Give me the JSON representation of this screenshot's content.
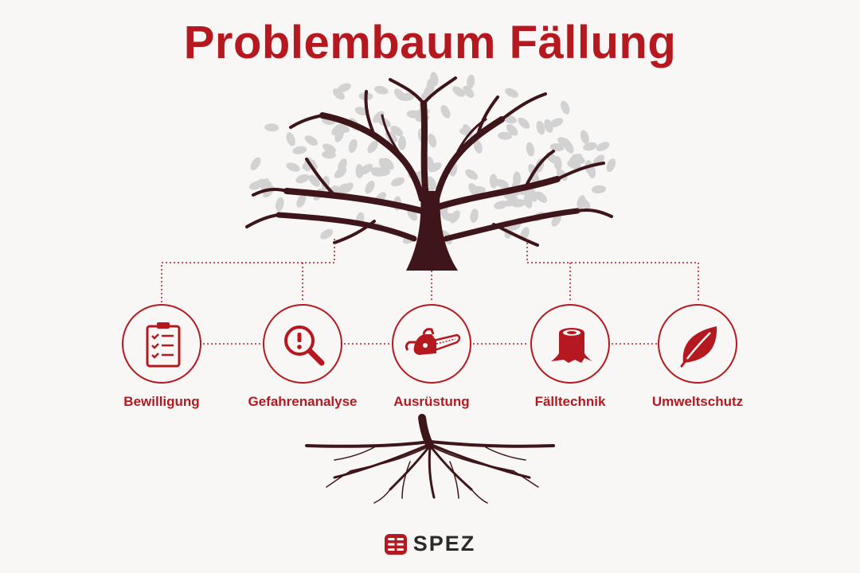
{
  "title": "Problembaum Fällung",
  "nodes": [
    {
      "label": "Bewilligung",
      "icon": "clipboard-checklist-icon"
    },
    {
      "label": "Gefahrenanalyse",
      "icon": "magnifier-alert-icon"
    },
    {
      "label": "Ausrüstung",
      "icon": "chainsaw-icon"
    },
    {
      "label": "Fälltechnik",
      "icon": "tree-stump-icon"
    },
    {
      "label": "Umweltschutz",
      "icon": "leaf-icon"
    }
  ],
  "brand": {
    "name": "SPEZ",
    "icon": "spez-logo-icon"
  },
  "colors": {
    "accent": "#b5191f",
    "tree": "#3e1518",
    "leaves": "#d2d2d2",
    "background": "#f8f7f6",
    "brand_text": "#2a2a2a"
  }
}
